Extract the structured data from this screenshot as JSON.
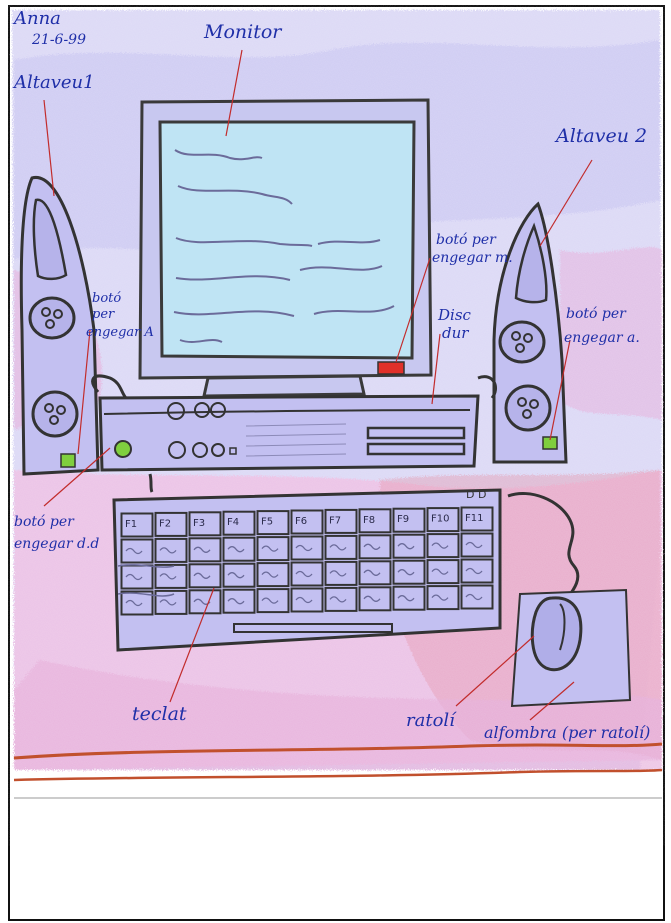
{
  "signature": {
    "name": "Anna",
    "date": "21-6-99"
  },
  "labels": {
    "monitor": "Monitor",
    "speaker_left": "Altaveu1",
    "speaker_right": "Altaveu 2",
    "monitor_power_1": "botó per",
    "monitor_power_2": "engegar m.",
    "left_power_1": "botó",
    "left_power_2": "per",
    "left_power_3": "engegar A",
    "right_power_1": "botó per",
    "right_power_2": "engegar a.",
    "hard_disk_1": "Disc",
    "hard_disk_2": "dur",
    "tower_power_1": "botó per",
    "tower_power_2": "engegar d.d",
    "keyboard": "teclat",
    "mouse": "ratolí",
    "mousepad": "alfombra (per ratolí)"
  },
  "keyboard": {
    "fkeys": [
      "F1",
      "F2",
      "F3",
      "F4",
      "F5",
      "F6",
      "F7",
      "F8",
      "F9",
      "F10",
      "F11"
    ],
    "corner_text": "D D"
  },
  "colors": {
    "ink": "#1f2fa8",
    "pencil": "#3a3a3a",
    "lavender": "#b3b0ef",
    "pink": "#eec3e6",
    "screen_blue": "#bfe4f4",
    "red_led": "#e0302a",
    "green_led": "#7fcf3f",
    "floor": "#c1502d"
  }
}
